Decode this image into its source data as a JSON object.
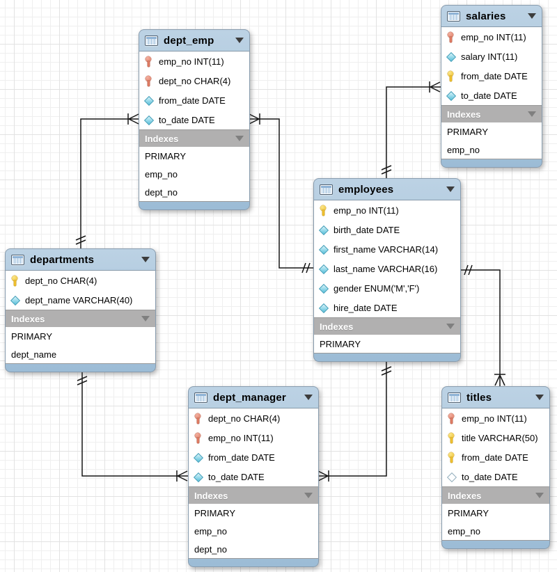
{
  "diagram": {
    "kind": "eer-diagram",
    "colors": {
      "table_header_blue": "#aac7de",
      "indexes_bar_gray": "#b1b0b0",
      "body_white": "#ffffff",
      "connector_black": "#161616",
      "primary_key_yellow": "#edbe2e",
      "foreign_key_red": "#dd7a62",
      "not_null_diamond_cyan": "#64c5dd",
      "grid_line": "#e2e2e2"
    },
    "tables": [
      {
        "id": "dept_emp",
        "name": "dept_emp",
        "columns": [
          {
            "icon": "key-red-icon",
            "text": "emp_no INT(11)"
          },
          {
            "icon": "key-red-icon",
            "text": "dept_no CHAR(4)"
          },
          {
            "icon": "diamond-filled-icon",
            "text": "from_date DATE"
          },
          {
            "icon": "diamond-filled-icon",
            "text": "to_date DATE"
          }
        ],
        "indexes_label": "Indexes",
        "indexes": [
          "PRIMARY",
          "emp_no",
          "dept_no"
        ]
      },
      {
        "id": "salaries",
        "name": "salaries",
        "columns": [
          {
            "icon": "key-red-icon",
            "text": "emp_no INT(11)"
          },
          {
            "icon": "diamond-filled-icon",
            "text": "salary INT(11)"
          },
          {
            "icon": "key-yellow-icon",
            "text": "from_date DATE"
          },
          {
            "icon": "diamond-filled-icon",
            "text": "to_date DATE"
          }
        ],
        "indexes_label": "Indexes",
        "indexes": [
          "PRIMARY",
          "emp_no"
        ]
      },
      {
        "id": "employees",
        "name": "employees",
        "columns": [
          {
            "icon": "key-yellow-icon",
            "text": "emp_no INT(11)"
          },
          {
            "icon": "diamond-filled-icon",
            "text": "birth_date DATE"
          },
          {
            "icon": "diamond-filled-icon",
            "text": "first_name VARCHAR(14)"
          },
          {
            "icon": "diamond-filled-icon",
            "text": "last_name VARCHAR(16)"
          },
          {
            "icon": "diamond-filled-icon",
            "text": "gender ENUM('M','F')"
          },
          {
            "icon": "diamond-filled-icon",
            "text": "hire_date DATE"
          }
        ],
        "indexes_label": "Indexes",
        "indexes": [
          "PRIMARY"
        ]
      },
      {
        "id": "departments",
        "name": "departments",
        "columns": [
          {
            "icon": "key-yellow-icon",
            "text": "dept_no CHAR(4)"
          },
          {
            "icon": "diamond-filled-icon",
            "text": "dept_name VARCHAR(40)"
          }
        ],
        "indexes_label": "Indexes",
        "indexes": [
          "PRIMARY",
          "dept_name"
        ]
      },
      {
        "id": "dept_manager",
        "name": "dept_manager",
        "columns": [
          {
            "icon": "key-red-icon",
            "text": "dept_no CHAR(4)"
          },
          {
            "icon": "key-red-icon",
            "text": "emp_no INT(11)"
          },
          {
            "icon": "diamond-filled-icon",
            "text": "from_date DATE"
          },
          {
            "icon": "diamond-filled-icon",
            "text": "to_date DATE"
          }
        ],
        "indexes_label": "Indexes",
        "indexes": [
          "PRIMARY",
          "emp_no",
          "dept_no"
        ]
      },
      {
        "id": "titles",
        "name": "titles",
        "columns": [
          {
            "icon": "key-red-icon",
            "text": "emp_no INT(11)"
          },
          {
            "icon": "key-yellow-icon",
            "text": "title VARCHAR(50)"
          },
          {
            "icon": "key-yellow-icon",
            "text": "from_date DATE"
          },
          {
            "icon": "diamond-open-icon",
            "text": "to_date DATE"
          }
        ],
        "indexes_label": "Indexes",
        "indexes": [
          "PRIMARY",
          "emp_no"
        ]
      }
    ],
    "relationships": [
      {
        "many_side": "dept_emp",
        "one_side": "departments",
        "notation": "crow-foot-to-double-bar"
      },
      {
        "many_side": "dept_emp",
        "one_side": "employees",
        "notation": "crow-foot-to-double-bar"
      },
      {
        "many_side": "salaries",
        "one_side": "employees",
        "notation": "crow-foot-to-double-bar"
      },
      {
        "many_side": "dept_manager",
        "one_side": "departments",
        "notation": "crow-foot-to-double-bar"
      },
      {
        "many_side": "dept_manager",
        "one_side": "employees",
        "notation": "crow-foot-to-double-bar"
      },
      {
        "many_side": "titles",
        "one_side": "employees",
        "notation": "crow-foot-to-double-bar"
      }
    ]
  }
}
